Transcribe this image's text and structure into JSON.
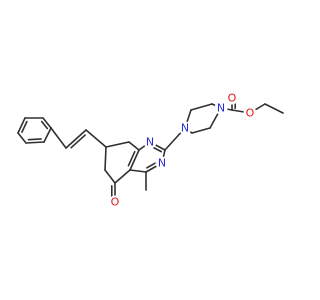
{
  "molecule": {
    "atom_labels": {
      "n_left": "N",
      "n_right": "N",
      "n_pip_upper": "N",
      "n_pip_lower": "N",
      "o_ketone": "O",
      "o_carbonyl": "O",
      "o_ester": "O",
      "methyl_label": "Methyl"
    },
    "colors": {
      "bond": "#303030",
      "nitrogen": "#2b2bd6",
      "oxygen": "#e01818",
      "carbon": "#303030"
    }
  }
}
